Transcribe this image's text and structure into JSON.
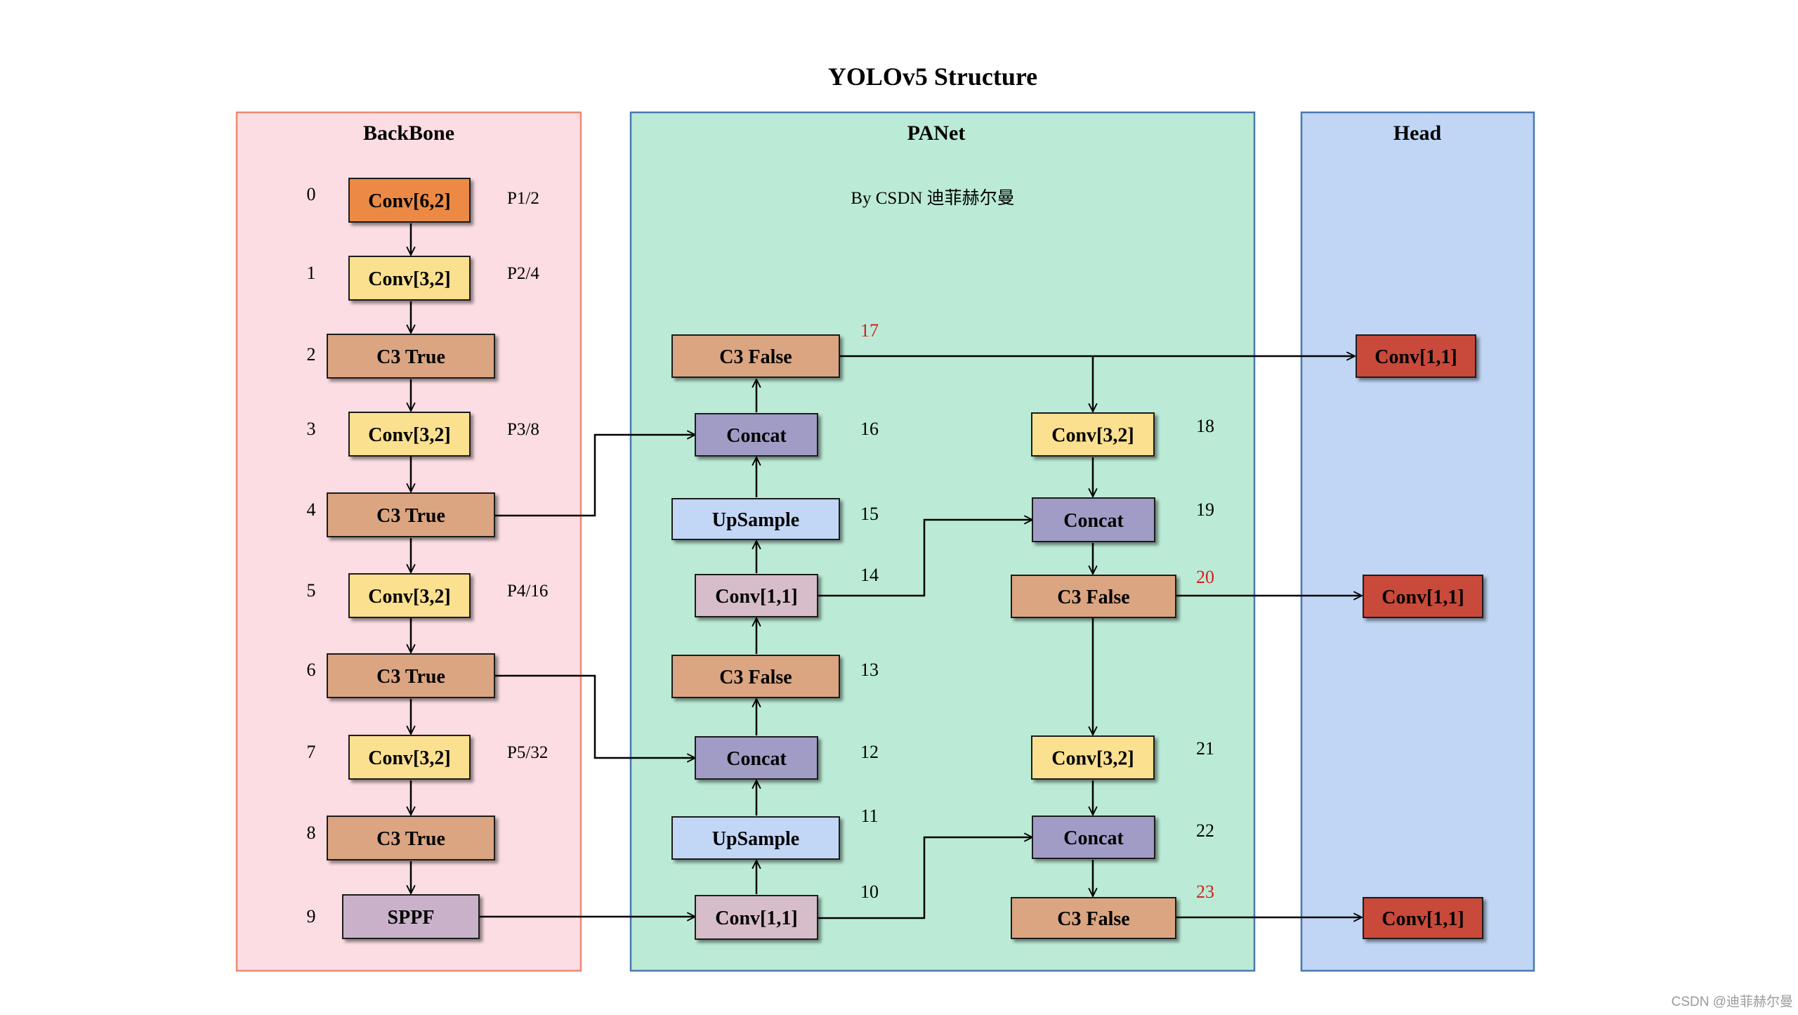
{
  "title": "YOLOv5 Structure",
  "watermark_text": "CSDN @迪菲赫尔曼",
  "byline": "By CSDN 迪菲赫尔曼",
  "colors": {
    "backbone_panel_fill": "#fbdde3",
    "backbone_panel_border": "#e98a73",
    "panet_panel_fill": "#bbebd6",
    "panet_panel_border": "#4a78b0",
    "head_panel_fill": "#c0d6f4",
    "head_panel_border": "#4a78b0",
    "conv_first": "#ec8a45",
    "conv_yellow": "#fbe08f",
    "c3": "#dba582",
    "spp": "#c9b2c9",
    "concat": "#a19cc6",
    "upsample": "#c2d6f6",
    "conv_pink": "#d7bdc9",
    "head_conv": "#c9493a",
    "arrow": "#000000",
    "red_index": "#d31f1f"
  },
  "panels": {
    "backbone": "BackBone",
    "panet": "PANet",
    "head": "Head"
  },
  "nodes": {
    "n0": {
      "label": "Conv[6,2]",
      "index": "0",
      "note": "P1/2"
    },
    "n1": {
      "label": "Conv[3,2]",
      "index": "1",
      "note": "P2/4"
    },
    "n2": {
      "label": "C3 True",
      "index": "2"
    },
    "n3": {
      "label": "Conv[3,2]",
      "index": "3",
      "note": "P3/8"
    },
    "n4": {
      "label": "C3 True",
      "index": "4"
    },
    "n5": {
      "label": "Conv[3,2]",
      "index": "5",
      "note": "P4/16"
    },
    "n6": {
      "label": "C3 True",
      "index": "6"
    },
    "n7": {
      "label": "Conv[3,2]",
      "index": "7",
      "note": "P5/32"
    },
    "n8": {
      "label": "C3 True",
      "index": "8"
    },
    "n9": {
      "label": "SPPF",
      "index": "9"
    },
    "n10": {
      "label": "Conv[1,1]",
      "index": "10"
    },
    "n11": {
      "label": "UpSample",
      "index": "11"
    },
    "n12": {
      "label": "Concat",
      "index": "12"
    },
    "n13": {
      "label": "C3 False",
      "index": "13"
    },
    "n14": {
      "label": "Conv[1,1]",
      "index": "14"
    },
    "n15": {
      "label": "UpSample",
      "index": "15"
    },
    "n16": {
      "label": "Concat",
      "index": "16"
    },
    "n17": {
      "label": "C3 False",
      "index": "17"
    },
    "n18": {
      "label": "Conv[3,2]",
      "index": "18"
    },
    "n19": {
      "label": "Concat",
      "index": "19"
    },
    "n20": {
      "label": "C3 False",
      "index": "20"
    },
    "n21": {
      "label": "Conv[3,2]",
      "index": "21"
    },
    "n22": {
      "label": "Concat",
      "index": "22"
    },
    "n23": {
      "label": "C3 False",
      "index": "23"
    },
    "h17": {
      "label": "Conv[1,1]"
    },
    "h20": {
      "label": "Conv[1,1]"
    },
    "h23": {
      "label": "Conv[1,1]"
    }
  }
}
